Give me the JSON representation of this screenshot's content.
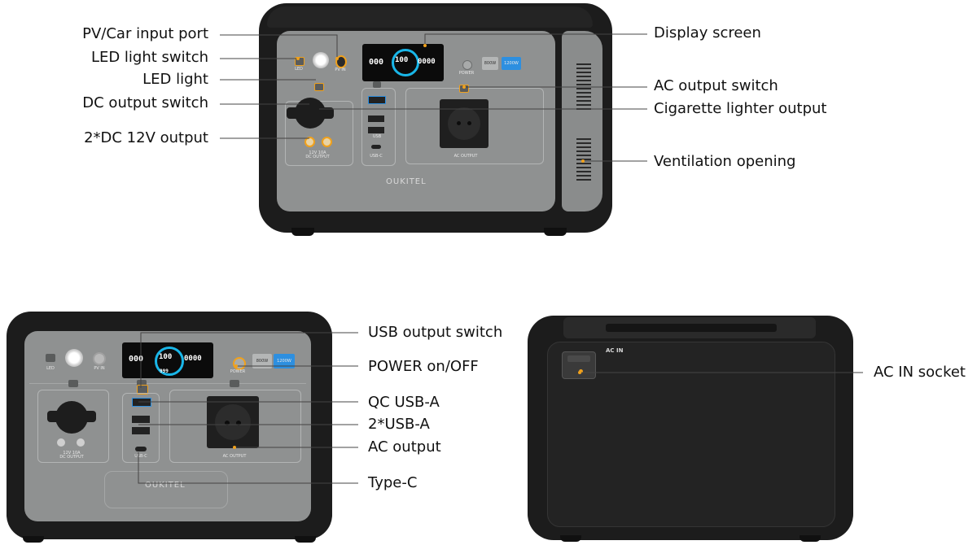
{
  "colors": {
    "body_black": "#1c1c1c",
    "panel_gray": "#8f9191",
    "panel_dark": "#6d6f6f",
    "accent_orange": "#f0a11c",
    "screen_blue": "#19b6e8",
    "button_blue": "#2d8fe0",
    "line": "#444444"
  },
  "device": {
    "brand": "OUKITEL",
    "power_label": "POWER",
    "led_label": "LED",
    "pv_in_label": "PV IN",
    "dc_output_label": "12V 10A\nDC OUTPUT",
    "ac_output_label": "AC OUTPUT",
    "usb_c_label": "USB-C",
    "usb_label": "USB",
    "ac_in_label": "AC IN",
    "screen": {
      "left_value": "000",
      "center_value": "100",
      "right_value": "0000",
      "center_sub": "999"
    },
    "power_buttons": [
      "800W",
      "1200W"
    ]
  },
  "callouts": {
    "top_left": [
      "PV/Car input port",
      "LED light switch",
      "LED light",
      "DC output switch",
      "2*DC 12V output"
    ],
    "top_right": [
      "Display screen",
      "AC output switch",
      "Cigarette lighter output",
      "Ventilation opening"
    ],
    "bottom_front": [
      "USB output switch",
      "POWER on/OFF",
      "QC USB-A",
      "2*USB-A",
      "AC output",
      "Type-C"
    ],
    "bottom_back": [
      "AC IN socket"
    ]
  }
}
